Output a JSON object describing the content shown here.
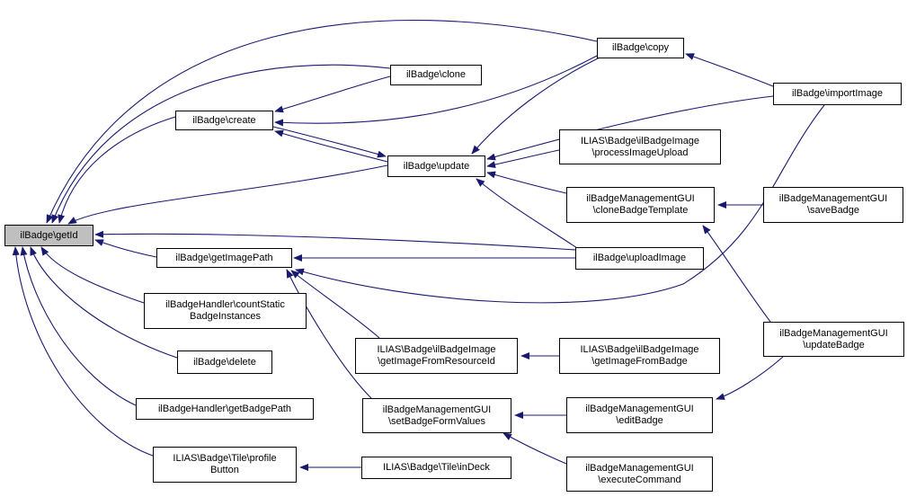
{
  "diagram": {
    "type": "call-graph",
    "focus_function": "ilBadge\\getId",
    "colors": {
      "edge": "#191970",
      "node_fill": "#ffffff",
      "focus_node_fill": "#bfbfbf",
      "node_border": "#000000",
      "background": "#ffffff"
    }
  },
  "graph": {
    "nodes": [
      {
        "id": "getId",
        "line1": "ilBadge\\getId"
      },
      {
        "id": "clone",
        "line1": "ilBadge\\clone"
      },
      {
        "id": "create",
        "line1": "ilBadge\\create"
      },
      {
        "id": "copy",
        "line1": "ilBadge\\copy"
      },
      {
        "id": "importImage",
        "line1": "ilBadge\\importImage"
      },
      {
        "id": "update",
        "line1": "ilBadge\\update"
      },
      {
        "id": "processImageUpload",
        "line1": "ILIAS\\Badge\\ilBadgeImage",
        "line2": "\\processImageUpload"
      },
      {
        "id": "cloneBadgeTemplate",
        "line1": "ilBadgeManagementGUI",
        "line2": "\\cloneBadgeTemplate"
      },
      {
        "id": "saveBadge",
        "line1": "ilBadgeManagementGUI",
        "line2": "\\saveBadge"
      },
      {
        "id": "getImagePath",
        "line1": "ilBadge\\getImagePath"
      },
      {
        "id": "uploadImage",
        "line1": "ilBadge\\uploadImage"
      },
      {
        "id": "countStaticBadgeInstances",
        "line1": "ilBadgeHandler\\countStatic",
        "line2": "BadgeInstances"
      },
      {
        "id": "delete",
        "line1": "ilBadge\\delete"
      },
      {
        "id": "getBadgePath",
        "line1": "ilBadgeHandler\\getBadgePath"
      },
      {
        "id": "profileButton",
        "line1": "ILIAS\\Badge\\Tile\\profile",
        "line2": "Button"
      },
      {
        "id": "inDeck",
        "line1": "ILIAS\\Badge\\Tile\\inDeck"
      },
      {
        "id": "getImageFromResourceId",
        "line1": "ILIAS\\Badge\\ilBadgeImage",
        "line2": "\\getImageFromResourceId"
      },
      {
        "id": "getImageFromBadge",
        "line1": "ILIAS\\Badge\\ilBadgeImage",
        "line2": "\\getImageFromBadge"
      },
      {
        "id": "setBadgeFormValues",
        "line1": "ilBadgeManagementGUI",
        "line2": "\\setBadgeFormValues"
      },
      {
        "id": "editBadge",
        "line1": "ilBadgeManagementGUI",
        "line2": "\\editBadge"
      },
      {
        "id": "executeCommand",
        "line1": "ilBadgeManagementGUI",
        "line2": "\\executeCommand"
      },
      {
        "id": "updateBadge",
        "line1": "ilBadgeManagementGUI",
        "line2": "\\updateBadge"
      }
    ],
    "edges": [
      {
        "from": "copy",
        "to": "getId"
      },
      {
        "from": "clone",
        "to": "getId"
      },
      {
        "from": "create",
        "to": "getId"
      },
      {
        "from": "update",
        "to": "getId"
      },
      {
        "from": "getImagePath",
        "to": "getId"
      },
      {
        "from": "uploadImage",
        "to": "getId"
      },
      {
        "from": "countStaticBadgeInstances",
        "to": "getId"
      },
      {
        "from": "delete",
        "to": "getId"
      },
      {
        "from": "getBadgePath",
        "to": "getId"
      },
      {
        "from": "profileButton",
        "to": "getId"
      },
      {
        "from": "clone",
        "to": "create"
      },
      {
        "from": "copy",
        "to": "create"
      },
      {
        "from": "update",
        "to": "create"
      },
      {
        "from": "create",
        "to": "update"
      },
      {
        "from": "copy",
        "to": "update"
      },
      {
        "from": "importImage",
        "to": "update"
      },
      {
        "from": "processImageUpload",
        "to": "update"
      },
      {
        "from": "cloneBadgeTemplate",
        "to": "update"
      },
      {
        "from": "uploadImage",
        "to": "update"
      },
      {
        "from": "importImage",
        "to": "copy"
      },
      {
        "from": "uploadImage",
        "to": "getImagePath"
      },
      {
        "from": "importImage",
        "to": "getImagePath"
      },
      {
        "from": "getImageFromResourceId",
        "to": "getImagePath"
      },
      {
        "from": "setBadgeFormValues",
        "to": "getImagePath"
      },
      {
        "from": "saveBadge",
        "to": "cloneBadgeTemplate"
      },
      {
        "from": "updateBadge",
        "to": "cloneBadgeTemplate"
      },
      {
        "from": "getImageFromBadge",
        "to": "getImageFromResourceId"
      },
      {
        "from": "editBadge",
        "to": "setBadgeFormValues"
      },
      {
        "from": "executeCommand",
        "to": "setBadgeFormValues"
      },
      {
        "from": "updateBadge",
        "to": "editBadge"
      },
      {
        "from": "inDeck",
        "to": "profileButton"
      }
    ]
  }
}
